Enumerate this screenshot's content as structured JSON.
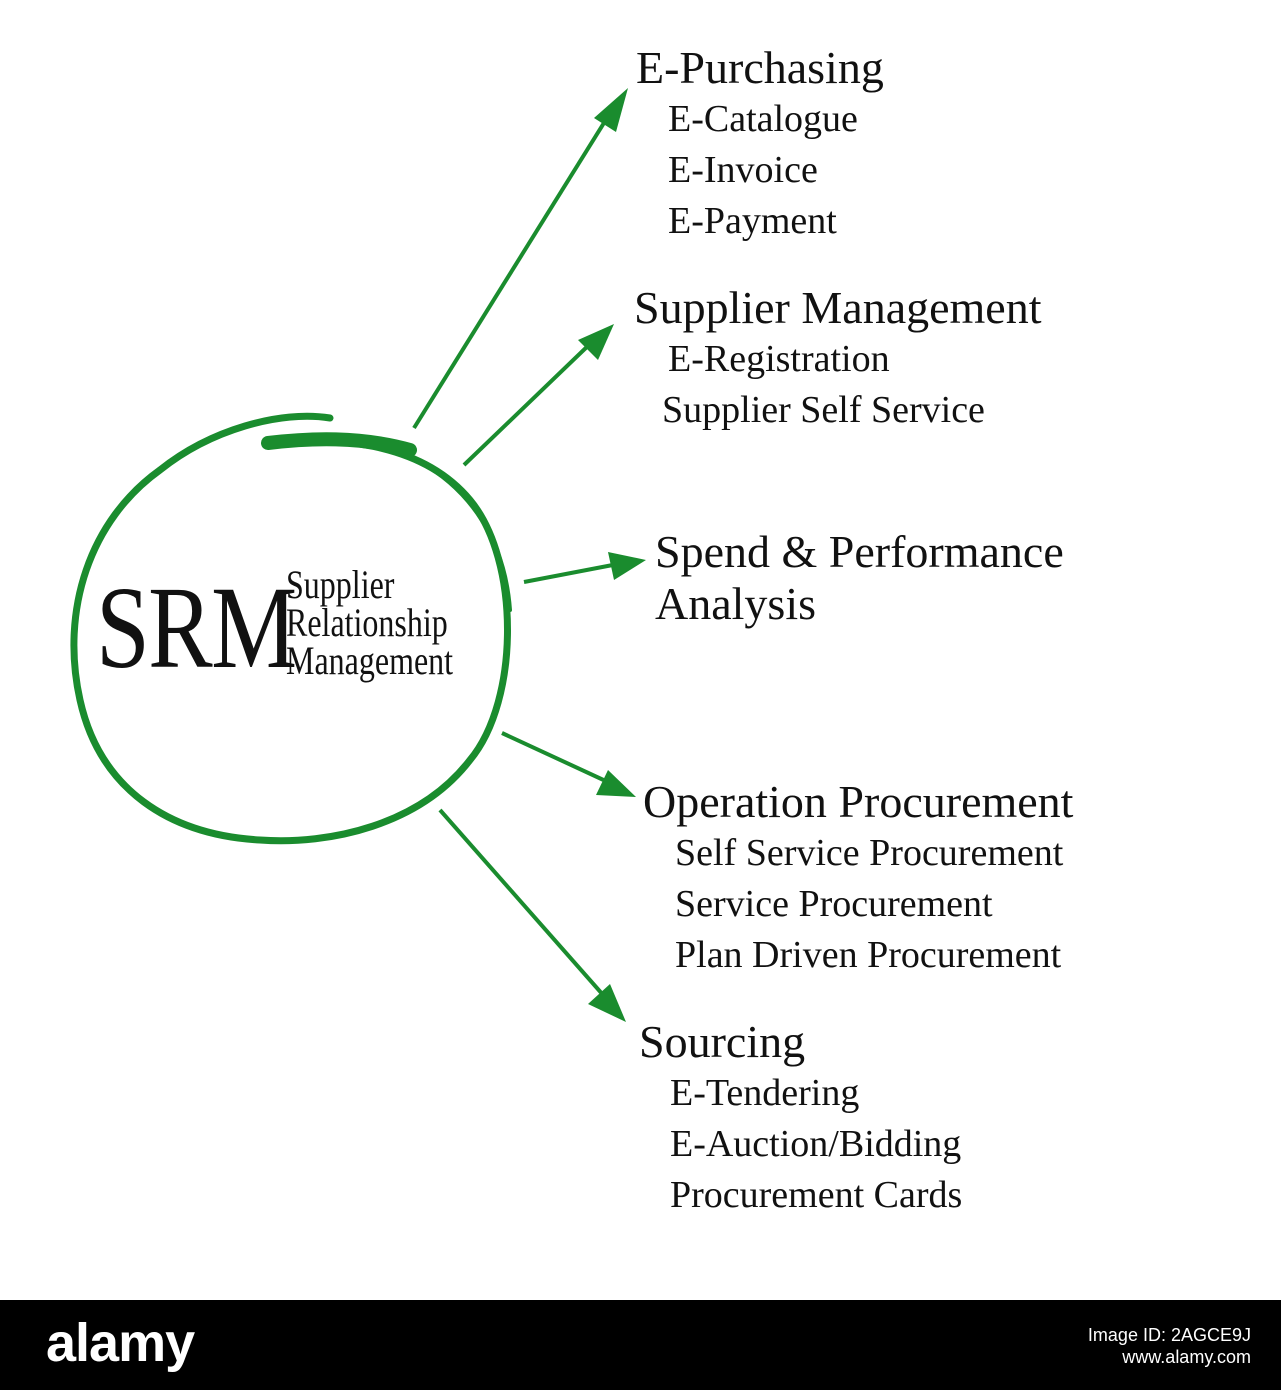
{
  "colors": {
    "accent": "#1a8c2e",
    "text": "#111111",
    "footer_bg": "#000000",
    "footer_text": "#ffffff"
  },
  "center": {
    "abbr": "SRM",
    "full_lines": [
      "Supplier",
      "Relationship",
      "Management"
    ]
  },
  "branches": [
    {
      "title": "E-Purchasing",
      "items": [
        "E-Catalogue",
        "E-Invoice",
        "E-Payment"
      ]
    },
    {
      "title": "Supplier Management",
      "items": [
        "E-Registration",
        "Supplier Self Service"
      ]
    },
    {
      "title_lines": [
        "Spend & Performance",
        "Analysis"
      ],
      "items": []
    },
    {
      "title": "Operation Procurement",
      "items": [
        "Self Service Procurement",
        "Service Procurement",
        "Plan Driven Procurement"
      ]
    },
    {
      "title": "Sourcing",
      "items": [
        "E-Tendering",
        "E-Auction/Bidding",
        "Procurement Cards"
      ]
    }
  ],
  "footer": {
    "logo": "alamy",
    "image_id": "Image ID: 2AGCE9J",
    "site": "www.alamy.com"
  }
}
